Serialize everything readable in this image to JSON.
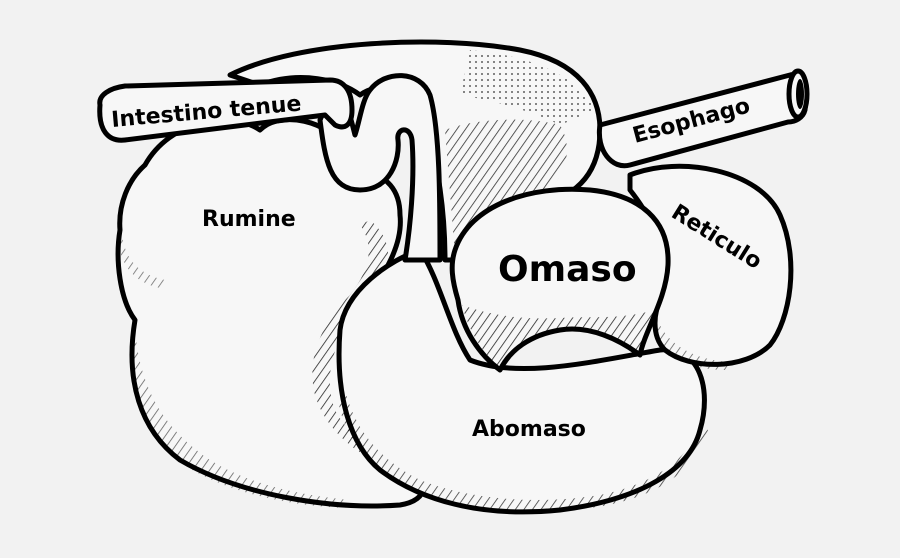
{
  "diagram": {
    "labels": {
      "intestino": "Intestino tenue",
      "esophago": "Esophago",
      "rumine": "Rumine",
      "omaso": "Omaso",
      "reticulo": "Reticulo",
      "abomaso": "Abomaso"
    },
    "colors": {
      "background": "#f2f2f2",
      "ink": "#000000",
      "organ_fill": "#f7f7f7"
    }
  }
}
